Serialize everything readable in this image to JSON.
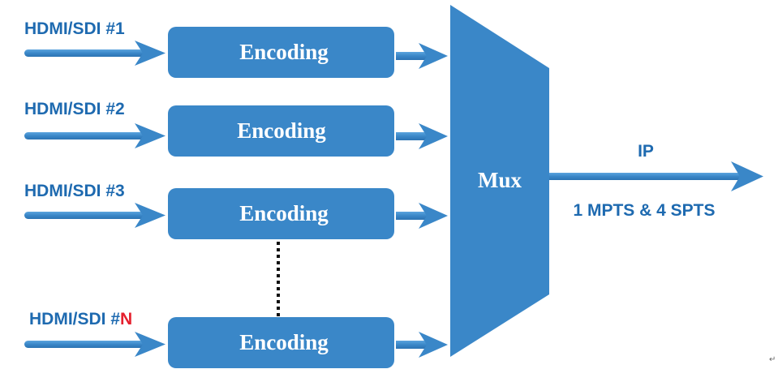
{
  "inputs": [
    {
      "label": "HDMI/SDI #1",
      "suffix": ""
    },
    {
      "label": "HDMI/SDI #2",
      "suffix": ""
    },
    {
      "label": "HDMI/SDI #3",
      "suffix": ""
    },
    {
      "label": "HDMI/SDI #",
      "suffix": "N"
    }
  ],
  "encoders": [
    {
      "label": "Encoding"
    },
    {
      "label": "Encoding"
    },
    {
      "label": "Encoding"
    },
    {
      "label": "Encoding"
    }
  ],
  "mux": {
    "label": "Mux"
  },
  "output": {
    "label": "IP",
    "sublabel": "1 MPTS & 4 SPTS"
  },
  "return_mark": "↵",
  "colors": {
    "box_fill": "#3A87C8",
    "arrow": "#3A87C8",
    "input_text": "#1E6AB0",
    "output_text": "#1E6AB0",
    "box_text": "#FFFFFF",
    "accent_n": "#E5202E",
    "dotted_line": "#111111",
    "mark": "#666666"
  }
}
